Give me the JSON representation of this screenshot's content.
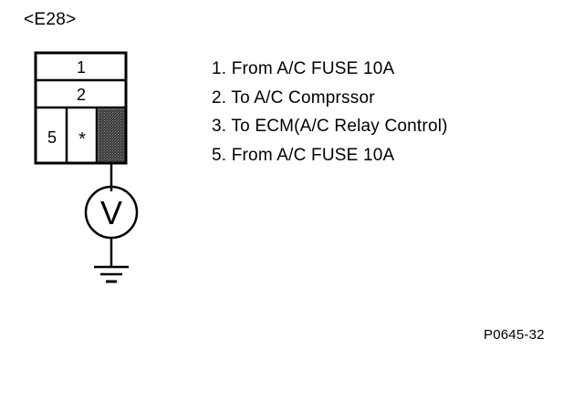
{
  "connector": {
    "title": "<E28>",
    "pins": {
      "row1": "1",
      "row2": "2",
      "pin5": "5",
      "pin_star": "*"
    }
  },
  "meter": {
    "symbol": "V"
  },
  "legend": {
    "items": [
      "1. From A/C FUSE 10A",
      "2. To A/C Comprssor",
      "3. To ECM(A/C Relay Control)",
      "5. From A/C FUSE 10A"
    ]
  },
  "figure_code": "P0645-32",
  "colors": {
    "line": "#000000",
    "background": "#ffffff",
    "shaded_pin": "#2b2b2b"
  }
}
